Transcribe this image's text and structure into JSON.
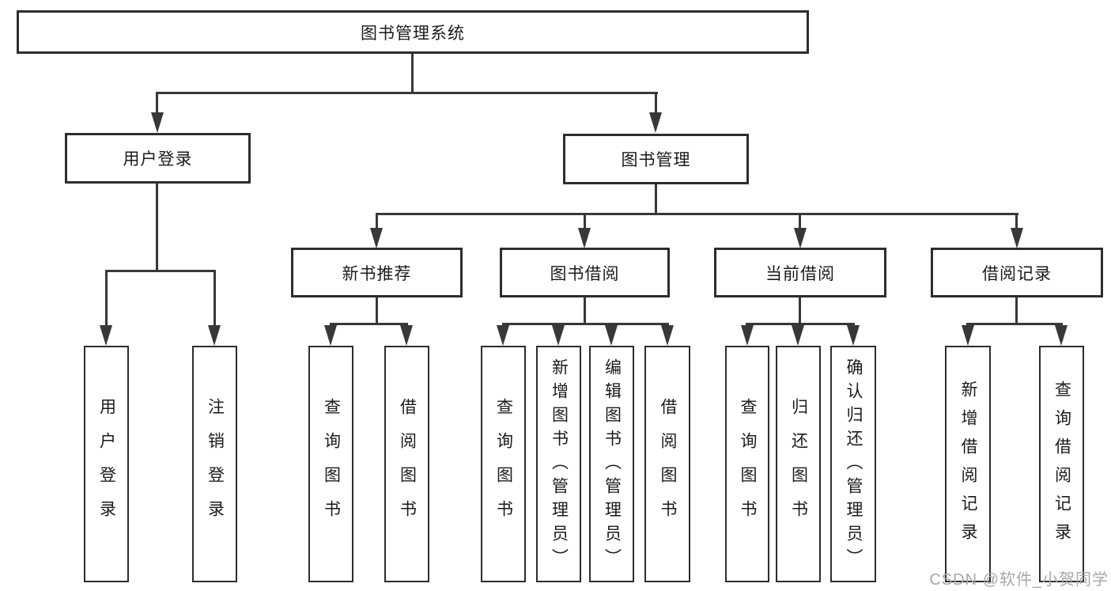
{
  "tree": {
    "root": "图书管理系统",
    "login": {
      "label": "用户登录",
      "leaves": [
        "用户登录",
        "注销登录"
      ]
    },
    "mgmt": {
      "label": "图书管理",
      "children": [
        {
          "label": "新书推荐",
          "leaves": [
            "查询图书",
            "借阅图书"
          ]
        },
        {
          "label": "图书借阅",
          "leaves": [
            "查询图书",
            "新增图书（管理员）",
            "编辑图书（管理员）",
            "借阅图书"
          ]
        },
        {
          "label": "当前借阅",
          "leaves": [
            "查询图书",
            "归还图书",
            "确认归还（管理员）"
          ]
        },
        {
          "label": "借阅记录",
          "leaves": [
            "新增借阅记录",
            "查询借阅记录"
          ]
        }
      ]
    }
  },
  "watermark": "CSDN @软件_小贺同学",
  "colors": {
    "background": "#ffffff",
    "box_border": "#2d2d2d",
    "connector_line": "#383838",
    "text": "#1b1b1f",
    "watermark_text": "#a7a7ac"
  }
}
